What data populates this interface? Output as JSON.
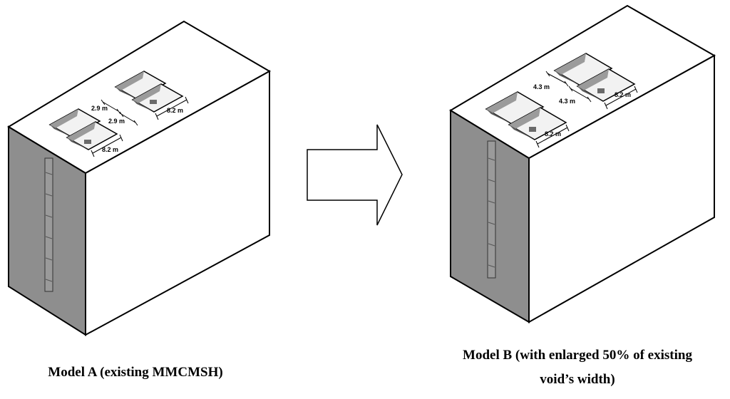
{
  "model_a": {
    "caption": "Model A (existing MMCMSH)",
    "dimensions": {
      "width_top": "2.9 m",
      "width_mid": "2.9 m",
      "length_right": "8.2 m",
      "length_front": "8.2 m"
    }
  },
  "model_b": {
    "caption_line1": "Model B (with enlarged 50% of existing",
    "caption_line2": "void’s width)",
    "dimensions": {
      "width_top": "4.3 m",
      "width_mid": "4.3 m",
      "length_right": "8.2 m",
      "length_front": "8.2 m"
    }
  },
  "colors": {
    "side_face": "#8e8e8e",
    "top_face": "#ffffff",
    "void_wall": "#9b9b9b",
    "void_shadow": "#5a5a5a",
    "outline": "#000000"
  },
  "icons": {
    "arrow": "right-arrow-icon"
  }
}
